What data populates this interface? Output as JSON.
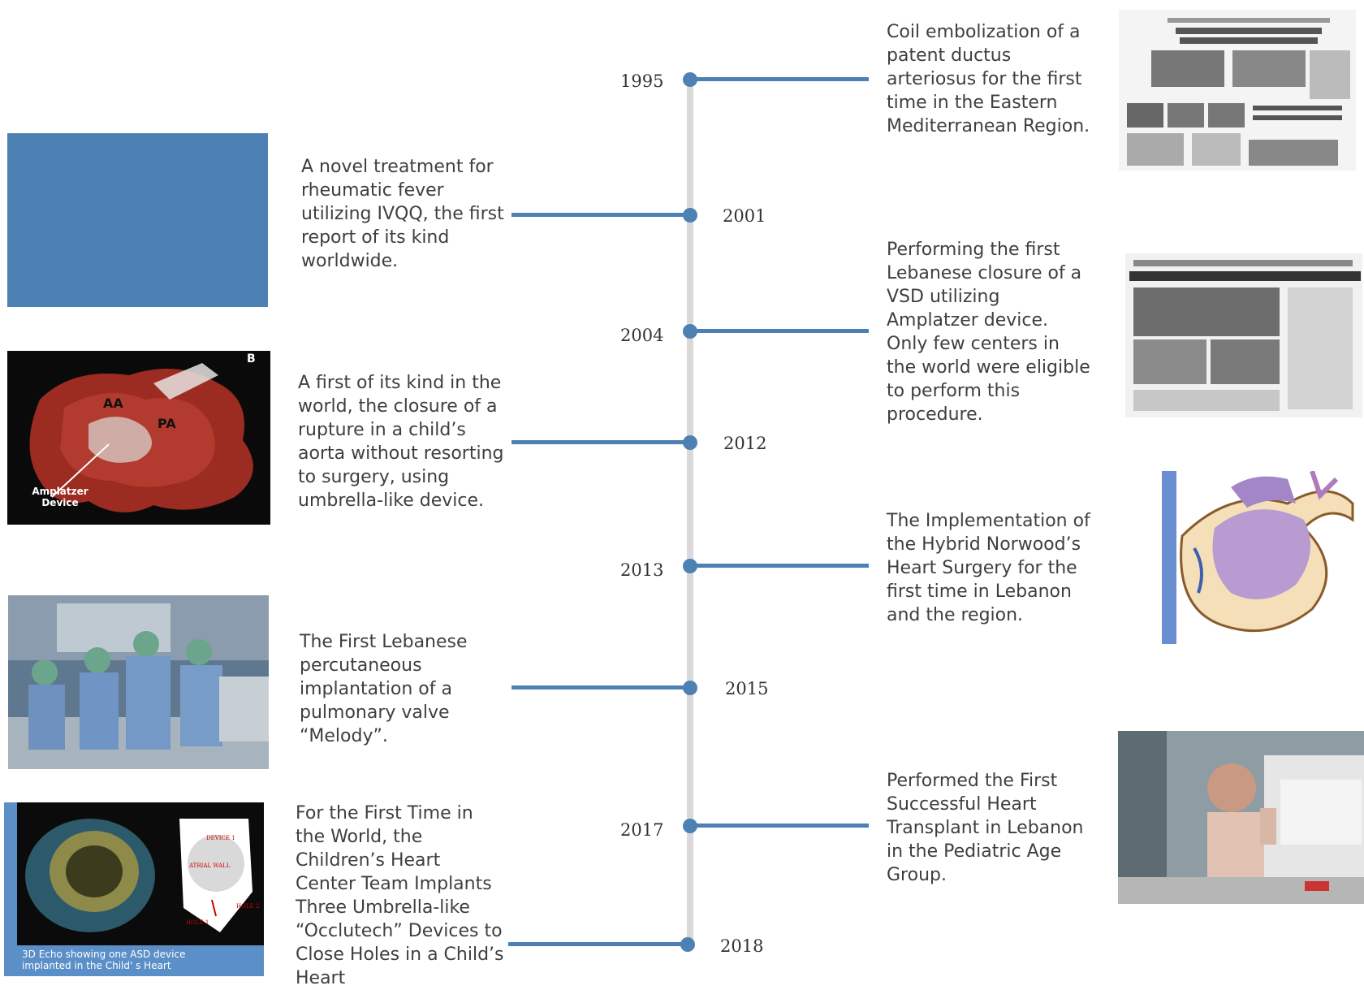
{
  "events": [
    {
      "year": "1995",
      "text": "Coil embolization of a\npatent ductus\narteriosus for the first\ntime in the Eastern\nMediterranean Region."
    },
    {
      "year": "2001",
      "text": "A novel treatment for\nrheumatic fever\nutilizing IVQQ, the first\nreport of its kind\nworldwide."
    },
    {
      "year": "2004",
      "text": "Performing the first\nLebanese closure of a\nVSD utilizing\nAmplatzer device.\nOnly few centers in\nthe world were eligible\nto perform this\nprocedure."
    },
    {
      "year": "2012",
      "text": "A first of its kind in the\nworld, the closure of a\nrupture in a child’s\naorta without resorting\nto surgery, using\numbrella-like device."
    },
    {
      "year": "2013",
      "text": "The Implementation of\nthe Hybrid Norwood’s\nHeart Surgery for the\nfirst time in Lebanon\nand the region."
    },
    {
      "year": "2015",
      "text": "The First Lebanese\npercutaneous\nimplantation of a\npulmonary valve\n“Melody”."
    },
    {
      "year": "2017",
      "text": "Performed the First\nSuccessful Heart\nTransplant in Lebanon\nin the Pediatric Age\nGroup."
    },
    {
      "year": "2018",
      "text": "For the First Time in\nthe World, the\nChildren’s Heart\nCenter Team Implants\nThree Umbrella-like\n“Occlutech” Devices to\nClose Holes in a Child’s\nHeart"
    }
  ],
  "images": {
    "aorta": {
      "label_aa": "AA",
      "label_pa": "PA",
      "label_device": "Amplatzer\nDevice",
      "panel": "B"
    },
    "echo": {
      "caption": "3D Echo showing one ASD device implanted in the Child' s Heart",
      "label_device": "DEVICE 1",
      "label_wall": "ATRIAL\nWALL",
      "label_hole1": "HOLE 1",
      "label_hole2": "HOLE 2"
    }
  },
  "colors": {
    "accent": "#4e81b3",
    "spine": "#d9d9d9"
  }
}
